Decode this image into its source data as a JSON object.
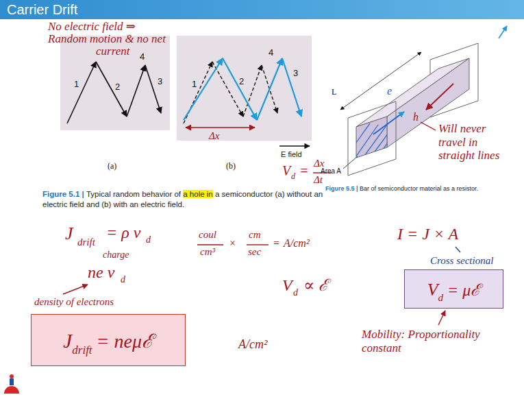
{
  "diagram": {
    "title": "Carrier Drift",
    "nodes": [
      {
        "text": [
          "V",
          "d",
          "= μℰ"
        ]
      },
      {
        "text": [
          "J",
          "drift",
          "= neμℰ"
        ]
      }
    ],
    "labels": [
      "No electric field ⇒",
      "Random motion & no net",
      "current",
      "1",
      "4",
      "2",
      "3",
      "1",
      "2",
      "4",
      "3",
      "(a)",
      "(b)",
      "Δx",
      "E field",
      "V",
      "d",
      "=",
      "Δx",
      "Δt",
      "Figure 5.1 |",
      "Typical random behavior of",
      "a hole in",
      "a semiconductor (a) without an electric field and (b) with an electric field.",
      "Figure 5.5 |",
      "Bar of semiconductor material as a resistor.",
      "L",
      "Area A",
      "e",
      "h",
      "Will never travel in straight lines",
      "J",
      "drift",
      "= ρ v",
      "d",
      "charge",
      "ne v",
      "d",
      "density of electrons",
      "coul",
      "cm³",
      "×",
      "cm",
      "sec",
      "=",
      "A/cm²",
      "I = J × A",
      "Cross sectional",
      "V",
      "d",
      "∝ ℰ",
      "A/cm²",
      "Mobility: Proportionality constant"
    ]
  }
}
